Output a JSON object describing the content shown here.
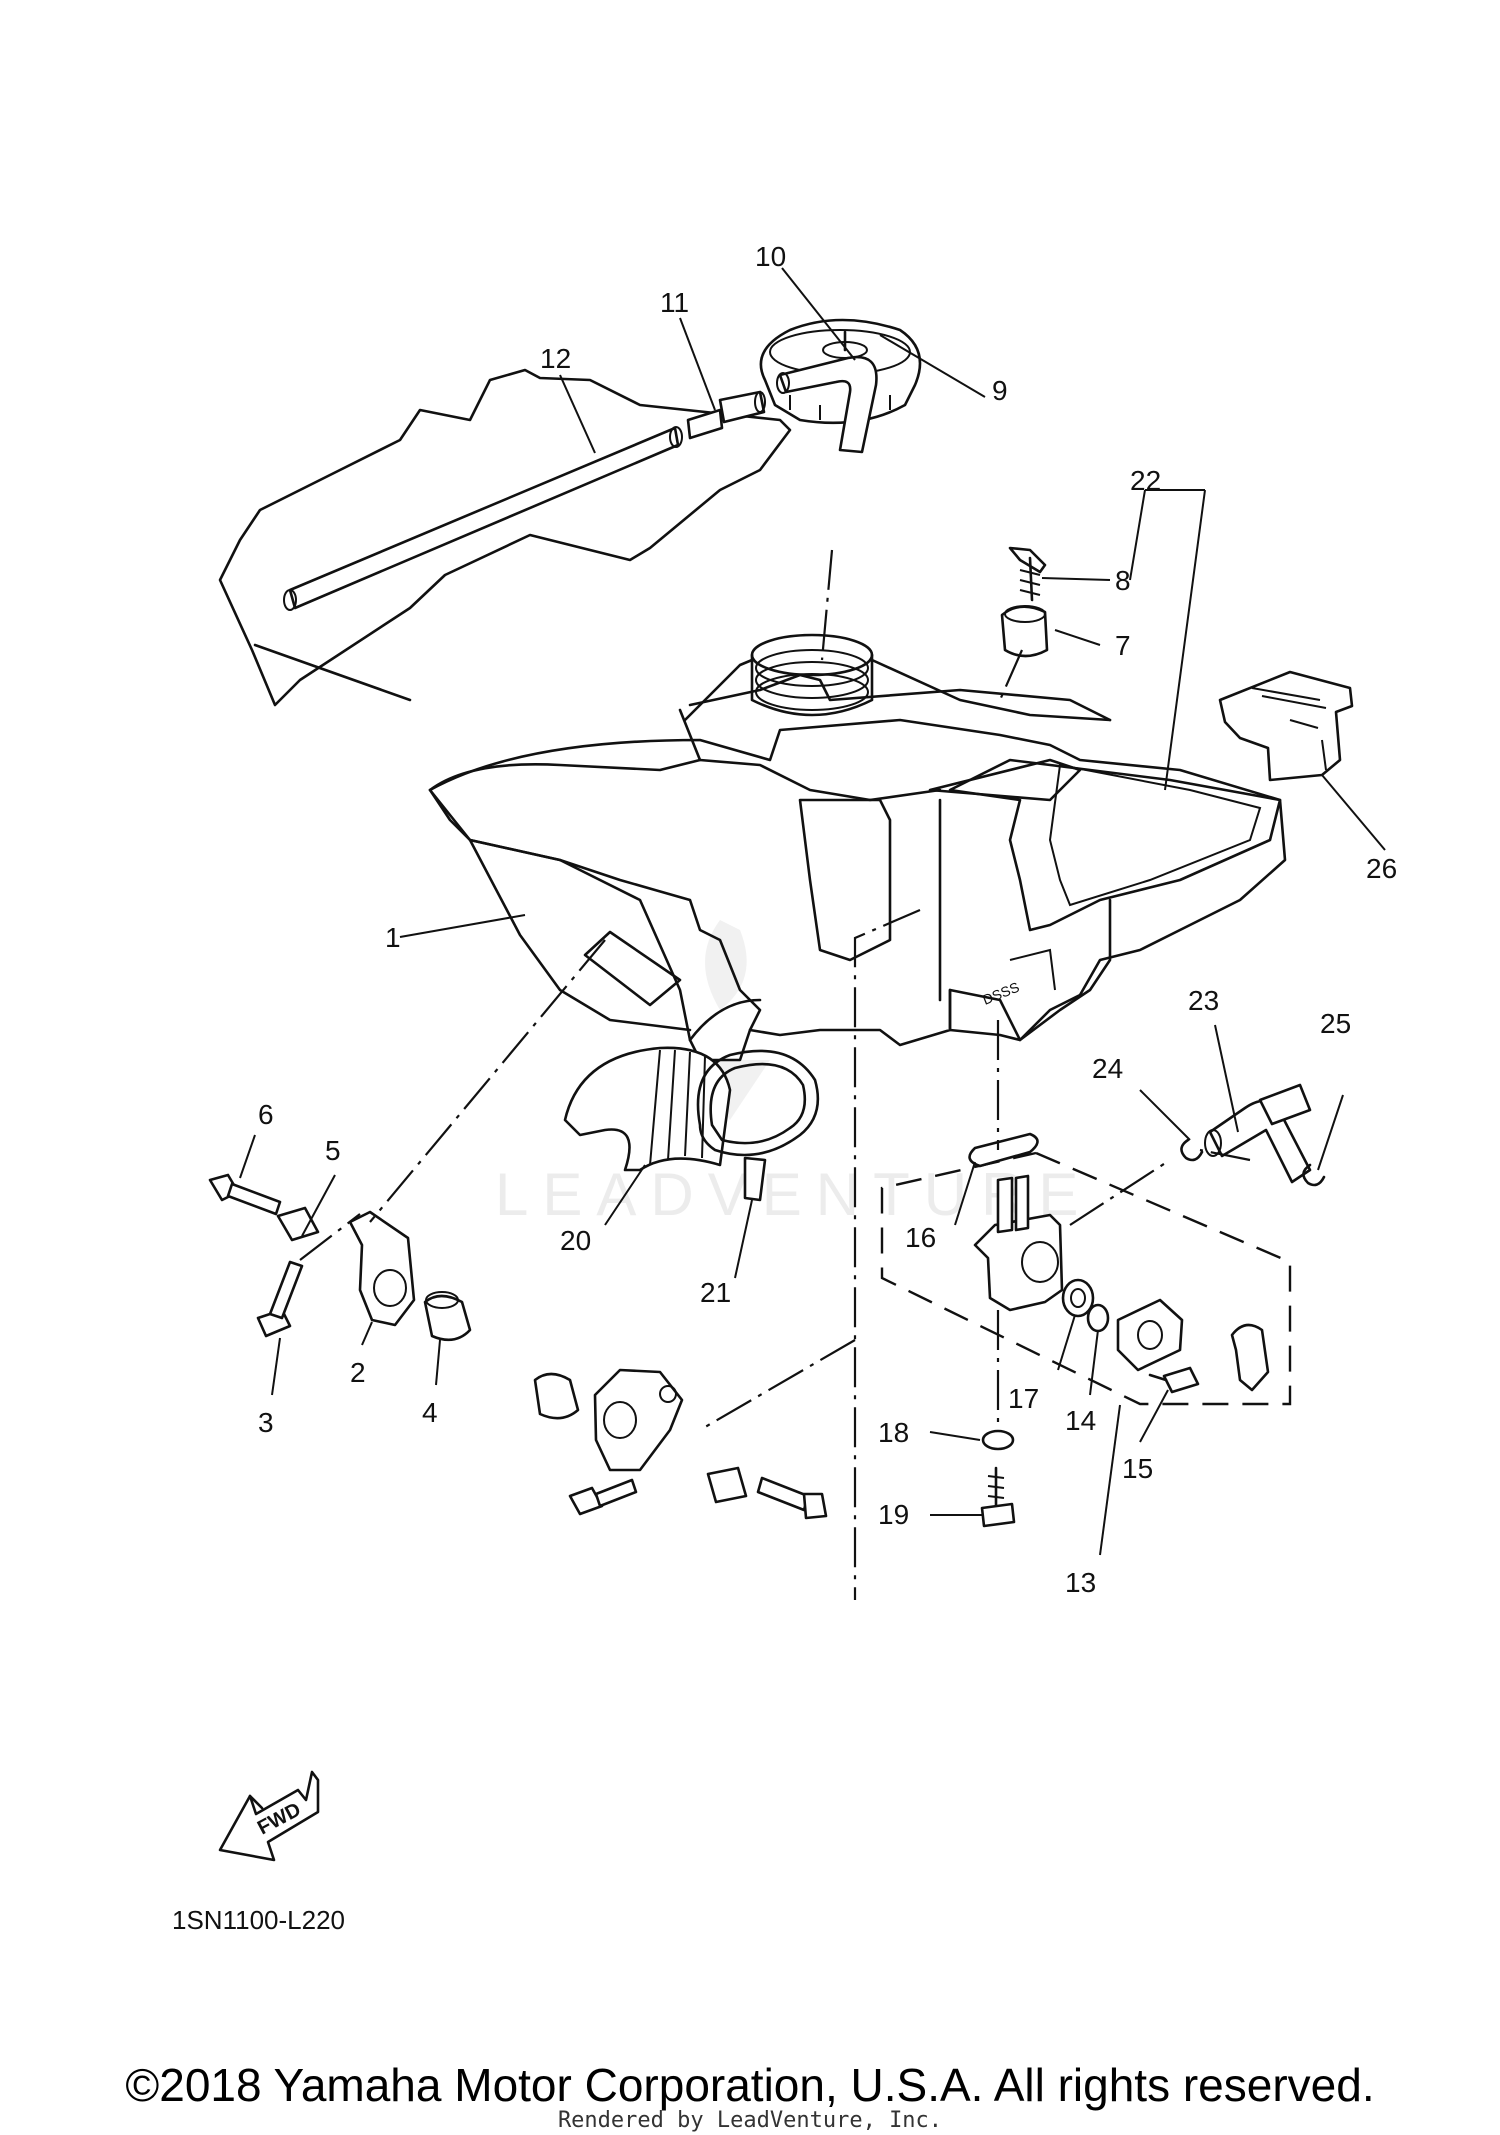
{
  "diagram": {
    "callouts": [
      "1",
      "2",
      "3",
      "4",
      "5",
      "6",
      "7",
      "8",
      "9",
      "10",
      "11",
      "12",
      "13",
      "14",
      "15",
      "16",
      "17",
      "18",
      "19",
      "20",
      "21",
      "22",
      "23",
      "24",
      "25",
      "26"
    ],
    "forward_arrow_text": "FWD",
    "code": "1SN1100-L220",
    "watermark": "LEADVENTURE"
  },
  "footer": {
    "copyright": "©2018 Yamaha Motor Corporation, U.S.A. All rights reserved.",
    "rendered_by": "Rendered by LeadVenture, Inc."
  }
}
